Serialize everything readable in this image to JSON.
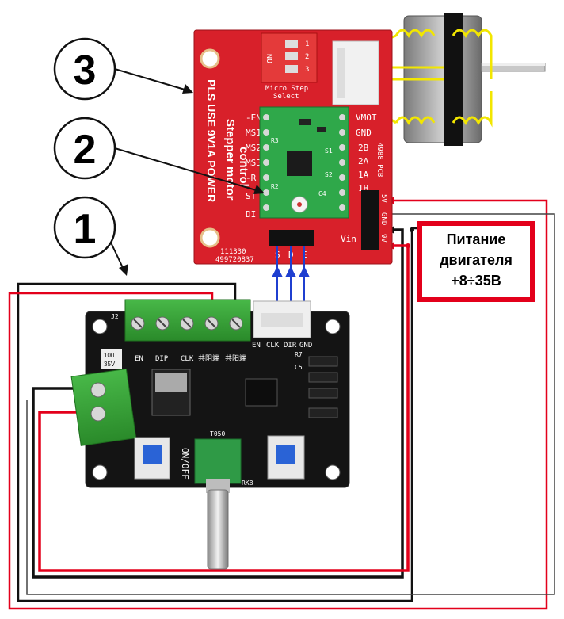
{
  "callouts": [
    "3",
    "2",
    "1"
  ],
  "power_box": {
    "line1": "Питание",
    "line2": "двигателя",
    "line3": "+8÷35В",
    "border_color": "#e3001b"
  },
  "red_board": {
    "color": "#d8202a",
    "left_labels": [
      "-EN",
      "MS1",
      "MS2",
      "MS3",
      "-R",
      "ST",
      "DI"
    ],
    "right_labels": [
      "VMOT",
      "GND",
      "2B",
      "2A",
      "1A",
      "1B"
    ],
    "vertical_text": "PLS USE 9V1A POWER",
    "title": "Stepper motor",
    "title2": "control",
    "vertical_right": "4988 PCB",
    "header_labels": [
      "5V",
      "GND",
      "9V"
    ],
    "bottom_pins": [
      "S",
      "D",
      "E"
    ],
    "vin": "Vin",
    "code1": "111330",
    "code2": "499720837",
    "dip_labels": [
      "ON",
      "1",
      "2",
      "3"
    ],
    "micro_step": "Micro Step",
    "select": "Select"
  },
  "driver_module": {
    "labels": [
      "S1",
      "S2",
      "C4",
      "R2",
      "R3"
    ]
  },
  "black_board": {
    "terminal_labels": [
      "EN",
      "DIP",
      "CLK",
      "共阴端",
      "共阳端"
    ],
    "connector_labels": [
      "EN",
      "CLK",
      "DIR",
      "GND"
    ],
    "cap_label1": "100",
    "cap_label2": "35V",
    "switch_label": "ON/OFF",
    "pot_label": "RKB",
    "chip_label": "T050",
    "j_label": "J2",
    "r_label": "R7",
    "c_label": "C5"
  },
  "colors": {
    "wire_red": "#e3001b",
    "wire_black": "#111111",
    "wire_blue": "#1f3fd0",
    "terminal_green": "#3aa63a",
    "coil_yellow": "#f2e600"
  }
}
